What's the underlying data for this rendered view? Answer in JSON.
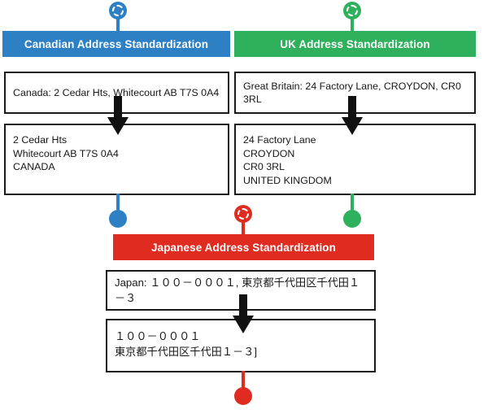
{
  "diagram": {
    "title": "Address Standardization",
    "colors": {
      "canada": "#2e80c4",
      "uk": "#2eb05c",
      "japan": "#e02b20",
      "box_border": "#1a1a1a",
      "arrow": "#111111",
      "background": "#ffffff"
    },
    "panels": [
      {
        "id": "canada",
        "header": "Canadian Address Standardization",
        "color": "#2e80c4",
        "input": "Canada: 2 Cedar Hts, Whitecourt AB T7S 0A4",
        "output": "2 Cedar Hts\nWhitecourt AB T7S 0A4\nCANADA"
      },
      {
        "id": "uk",
        "header": "UK Address Standardization",
        "color": "#2eb05c",
        "input": "Great Britain: 24 Factory Lane, CROYDON, CR0 3RL",
        "output": "24 Factory Lane\nCROYDON\nCR0 3RL\nUNITED KINGDOM"
      },
      {
        "id": "japan",
        "header": "Japanese Address Standardization",
        "color": "#e02b20",
        "input": "Japan: １００－０００１, 東京都千代田区千代田１－３",
        "output": "１００－０００１\n東京都千代田区千代田１－３]"
      }
    ],
    "markers": {
      "canada_top": "map-pin-blue",
      "canada_bottom": "map-pin-blue",
      "uk_top": "map-pin-green",
      "uk_bottom": "map-pin-green",
      "japan_top": "map-pin-red",
      "japan_bottom": "map-pin-red"
    }
  }
}
